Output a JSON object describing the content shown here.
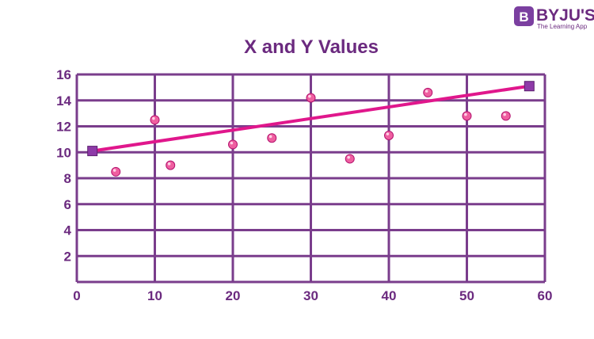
{
  "brand": {
    "name": "BYJU'S",
    "tagline": "The Learning App",
    "icon_letter": "B"
  },
  "colors": {
    "axis": "#7a3d8c",
    "text": "#6b2a7f",
    "trend": "#e0178c",
    "point": "#ef5fa0",
    "endpoint": "#8e3aa8"
  },
  "chart_data": {
    "type": "scatter",
    "title": "X and Y Values",
    "xlabel": "",
    "ylabel": "",
    "xlim": [
      0,
      60
    ],
    "ylim": [
      0,
      16
    ],
    "x_ticks": [
      0,
      10,
      20,
      30,
      40,
      50,
      60
    ],
    "y_ticks": [
      2,
      4,
      6,
      8,
      10,
      12,
      14,
      16
    ],
    "grid": true,
    "points": [
      {
        "x": 5,
        "y": 8.5
      },
      {
        "x": 10,
        "y": 12.5
      },
      {
        "x": 12,
        "y": 9
      },
      {
        "x": 20,
        "y": 10.6
      },
      {
        "x": 25,
        "y": 11.1
      },
      {
        "x": 30,
        "y": 14.2
      },
      {
        "x": 35,
        "y": 9.5
      },
      {
        "x": 40,
        "y": 11.3
      },
      {
        "x": 45,
        "y": 14.6
      },
      {
        "x": 50,
        "y": 12.8
      },
      {
        "x": 55,
        "y": 12.8
      }
    ],
    "trend_line": {
      "start": {
        "x": 2,
        "y": 10.1
      },
      "end": {
        "x": 58,
        "y": 15.1
      }
    }
  }
}
